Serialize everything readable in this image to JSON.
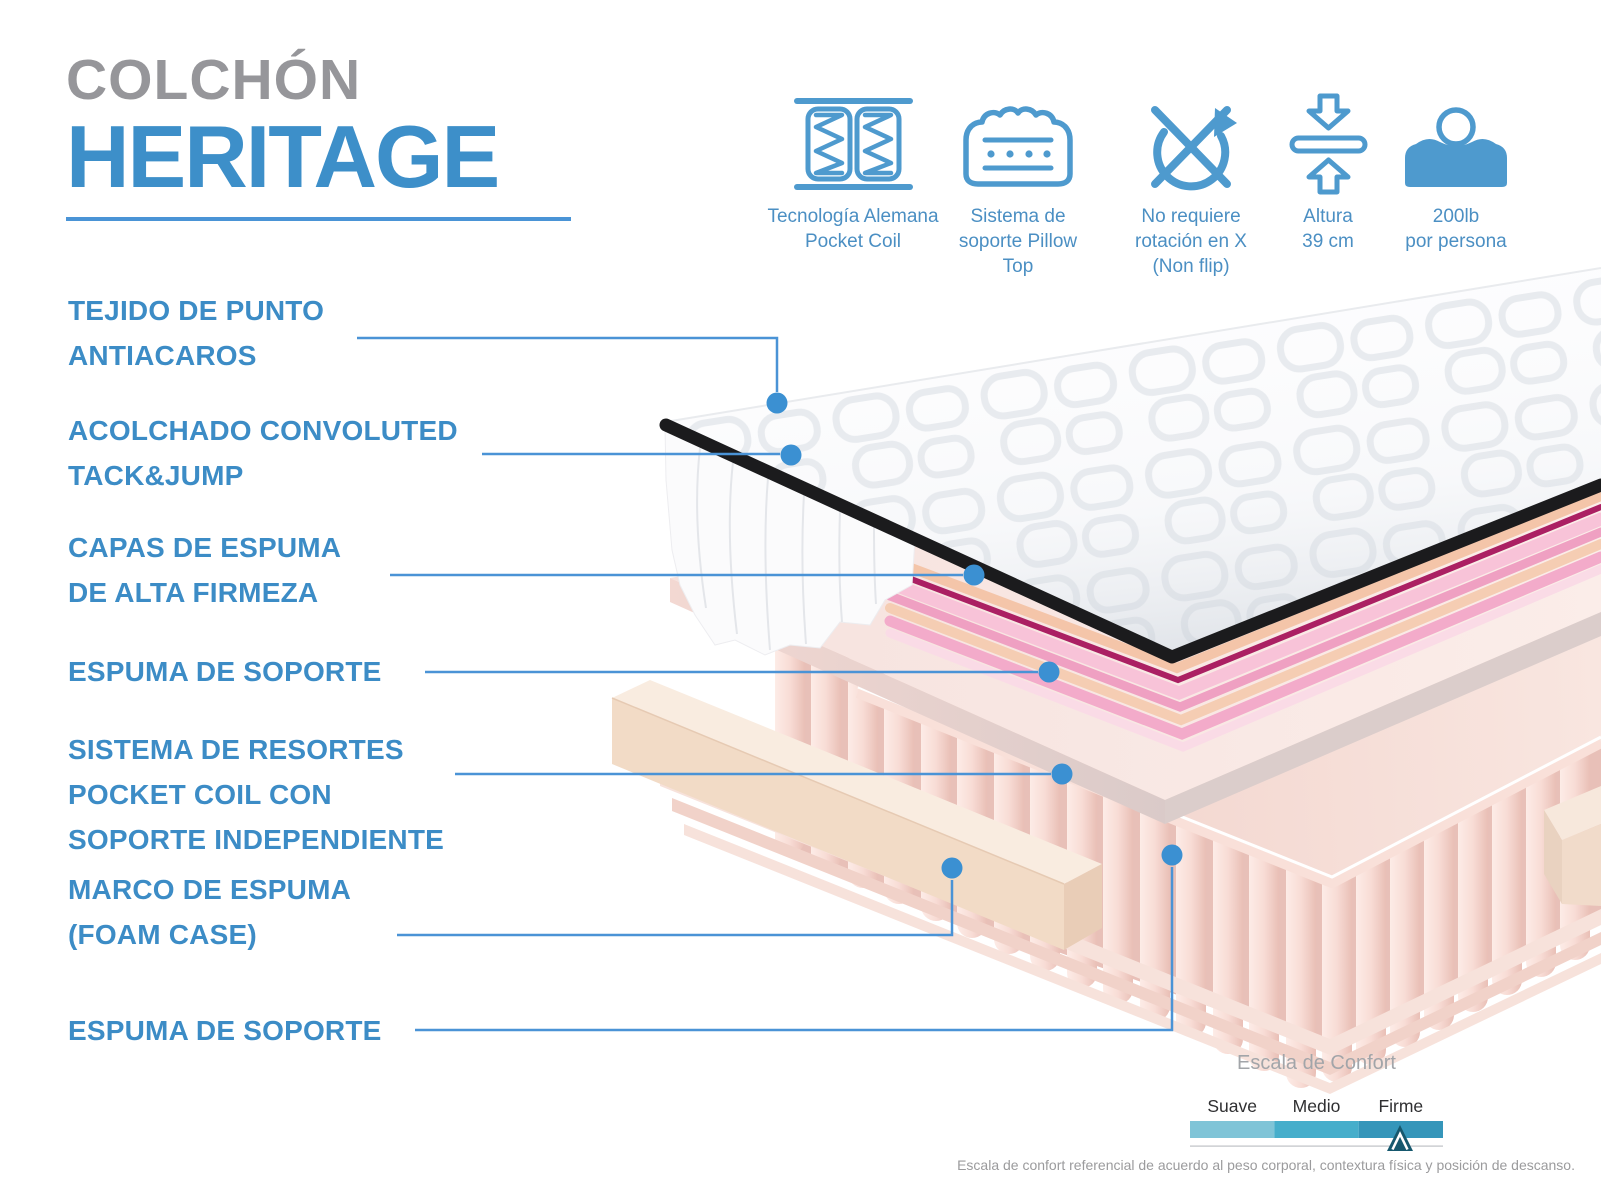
{
  "title": {
    "kicker": "COLCHÓN",
    "name": "HERITAGE"
  },
  "features": {
    "items": [
      {
        "icon": "pocket-coil-icon",
        "lines": [
          "Tecnología Alemana",
          "Pocket Coil"
        ]
      },
      {
        "icon": "pillow-top-icon",
        "lines": [
          "Sistema de",
          "soporte Pillow",
          "Top"
        ]
      },
      {
        "icon": "no-flip-icon",
        "lines": [
          "No requiere",
          "rotación en X",
          "(Non flip)"
        ]
      },
      {
        "icon": "height-icon",
        "lines": [
          "Altura",
          "39 cm"
        ]
      },
      {
        "icon": "person-weight-icon",
        "lines": [
          "200lb",
          "por persona"
        ]
      }
    ]
  },
  "callouts": {
    "items": [
      {
        "lines": [
          "TEJIDO DE PUNTO",
          "ANTIACAROS"
        ]
      },
      {
        "lines": [
          "ACOLCHADO CONVOLUTED",
          "TACK&JUMP"
        ]
      },
      {
        "lines": [
          "CAPAS DE ESPUMA",
          "DE ALTA FIRMEZA"
        ]
      },
      {
        "lines": [
          "ESPUMA DE SOPORTE"
        ]
      },
      {
        "lines": [
          "SISTEMA DE RESORTES",
          "POCKET COIL CON",
          "SOPORTE INDEPENDIENTE"
        ]
      },
      {
        "lines": [
          "MARCO DE ESPUMA",
          "(FOAM CASE)"
        ]
      },
      {
        "lines": [
          "ESPUMA DE SOPORTE"
        ]
      }
    ]
  },
  "comfort_scale": {
    "title": "Escala de Confort",
    "levels": [
      "Suave",
      "Medio",
      "Firme"
    ],
    "segment_colors": [
      "#7fc4d7",
      "#46aecb",
      "#3596ba"
    ],
    "marker_color": "#16586e",
    "marker_position_pct": 83
  },
  "disclaimer": "Escala de confort referencial de acuerdo al peso corporal, contextura física y posición de descanso.",
  "colors": {
    "accent_blue": "#3d8fc9",
    "label_blue": "#3c8cc6",
    "icon_blue": "#4e9ace",
    "callout_line_blue": "#4a93d6",
    "callout_dot_blue": "#3b90d2",
    "kicker_gray": "#96969a"
  }
}
